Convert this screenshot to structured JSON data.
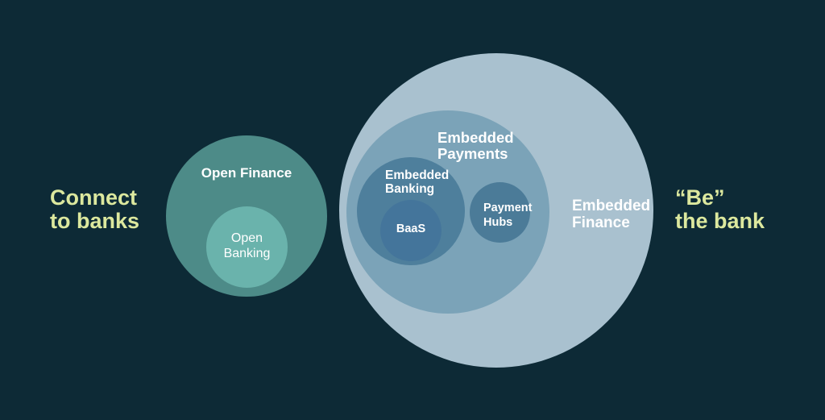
{
  "side_labels": {
    "left": "Connect\nto banks",
    "right": "“Be”\nthe bank"
  },
  "circles": {
    "open_finance": {
      "label": "Open Finance",
      "color": "#4d8b88",
      "parent": null
    },
    "open_banking": {
      "label": "Open\nBanking",
      "color": "#6ab3ac",
      "parent": "open_finance"
    },
    "embedded_finance": {
      "label": "Embedded\nFinance",
      "color": "#a9c1cf",
      "parent": null
    },
    "embedded_payments": {
      "label": "Embedded\nPayments",
      "color": "#7ba3b8",
      "parent": "embedded_finance"
    },
    "embedded_banking": {
      "label": "Embedded\nBanking",
      "color": "#4e7f9c",
      "parent": "embedded_payments"
    },
    "baas": {
      "label": "BaaS",
      "color": "#44759b",
      "parent": "embedded_banking"
    },
    "payment_hubs": {
      "label": "Payment\nHubs",
      "color": "#4b7b98",
      "parent": "embedded_payments"
    }
  },
  "colors": {
    "background": "#0d2a36",
    "accent_text": "#dce89e",
    "label_text": "#ffffff"
  }
}
